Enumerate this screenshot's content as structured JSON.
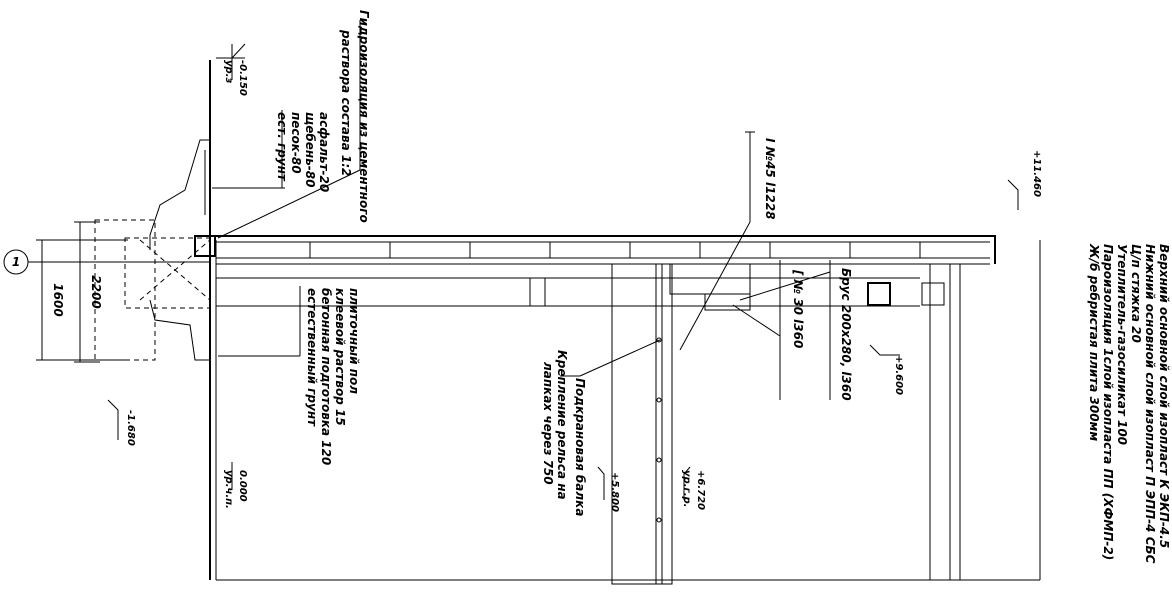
{
  "labels": {
    "waterproof_line1": "Гидроизоляция из цементного",
    "waterproof_line2": "раствора состава 1:2",
    "mark_m0150": "-0.150",
    "level_ur3": "ур.з",
    "asphalt": "асфальт-20",
    "gravel": "щебень-80",
    "sand": "песок-80",
    "nat_soil_top": "ест. грунт",
    "axis_one": "1",
    "dim_2200": "2200",
    "dim_1600": "1600",
    "floor_tile": "плиточный пол",
    "glue": "клеевой раствор 15",
    "concrete_prep": "бетонная подготовка 120",
    "natural_soil": "естественный грунт",
    "mark_m1680": "-1.680",
    "mark_0000": "0.000",
    "level_ch_p": "ур.ч.п.",
    "ibeam": "I №45 l1228",
    "mark_11460": "+11.460",
    "channel": "[ № 30 l360",
    "brus": "Брус 200х280, l360",
    "mark_9600": "+9.600",
    "crane_beam": "Подкрановая балка",
    "rail_fix_1": "Крепление рельса на",
    "rail_fix_2": "лапках через 750",
    "mark_5800": "+5.800",
    "mark_6720": "+6.720",
    "level_gr": "ур.г.р.",
    "roof_1": "Верхний основной слой изопласт К ЭКП-4.5",
    "roof_2": "Нижний основной слой изопласт П ЭПП-4 СБС",
    "roof_3": "Ц/п стяжка 20",
    "roof_4": "Утеплитель-газосиликат 100",
    "roof_5": "Пароизоляция 1слой изопласта ПП (ХФМП-2)",
    "roof_6": "Ж/б ребристая плита 300мм"
  }
}
